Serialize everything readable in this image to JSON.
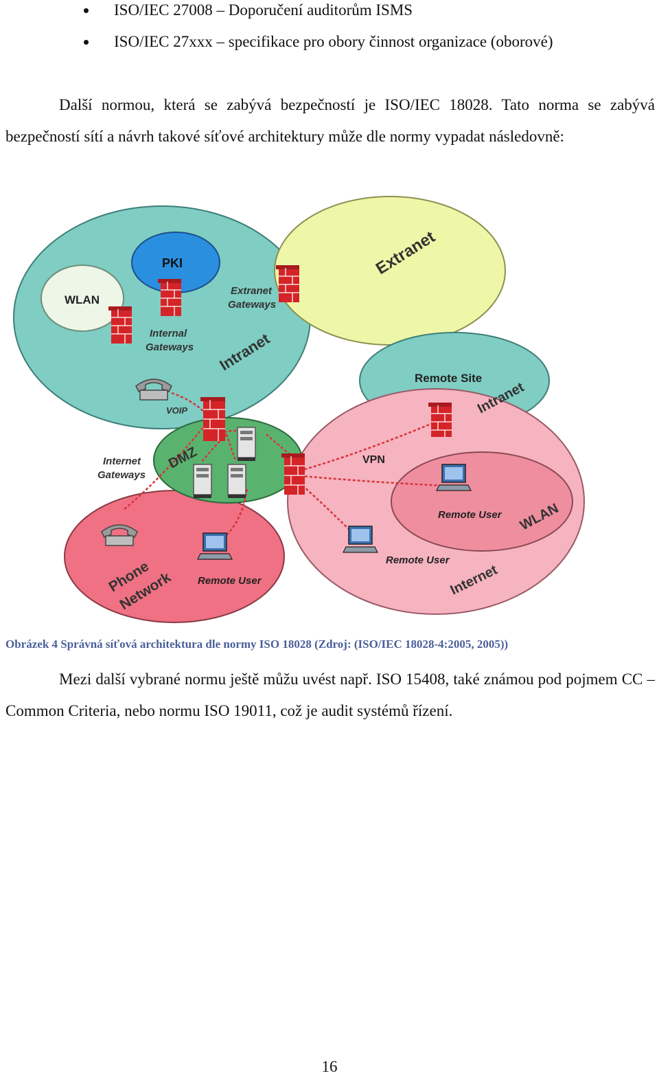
{
  "bullets": [
    "ISO/IEC 27008 – Doporučení auditorům ISMS",
    "ISO/IEC 27xxx – specifikace pro obory činnost organizace (oborové)"
  ],
  "paragraph1": "Další normou, která se zabývá bezpečností je ISO/IEC 18028. Tato norma se zabývá bezpečností sítí a návrh takové síťové architektury může dle normy vypadat následovně:",
  "diagram": {
    "labels": {
      "pki": "PKI",
      "wlan_top": "WLAN",
      "extranet": "Extranet",
      "extranet_gateways_1": "Extranet",
      "extranet_gateways_2": "Gateways",
      "internal_gateways_1": "Internal",
      "internal_gateways_2": "Gateways",
      "intranet": "Intranet",
      "voip": "VOIP",
      "remote_site": "Remote Site",
      "intranet_remote": "Intranet",
      "dmz": "DMZ",
      "internet_gateways_1": "Internet",
      "internet_gateways_2": "Gateways",
      "vpn": "VPN",
      "remote_user_wlan": "Remote User",
      "wlan_bottom": "WLAN",
      "remote_user_internet": "Remote User",
      "internet": "Internet",
      "phone_network_1": "Phone",
      "phone_network_2": "Network",
      "remote_user_phone": "Remote User"
    },
    "colors": {
      "intranet": "#7fcdc3",
      "pki": "#2b8fe0",
      "wlan_top": "#eef6e8",
      "extranet": "#eef7a8",
      "remote_site": "#7fcdc3",
      "dmz": "#5ab26f",
      "internet": "#f6b3c0",
      "wlan_bottom": "#ef8e9e",
      "phone_network": "#ef7183",
      "firewall": "#d42428",
      "link": "#d9333a"
    }
  },
  "caption": "Obrázek 4 Správná síťová architektura dle normy ISO 18028 (Zdroj: (ISO/IEC 18028-4:2005, 2005))",
  "paragraph2": "Mezi další vybrané normu ještě můžu uvést např. ISO 15408, také známou pod pojmem CC – Common Criteria, nebo normu ISO 19011, což je audit systémů řízení.",
  "page_number": "16"
}
